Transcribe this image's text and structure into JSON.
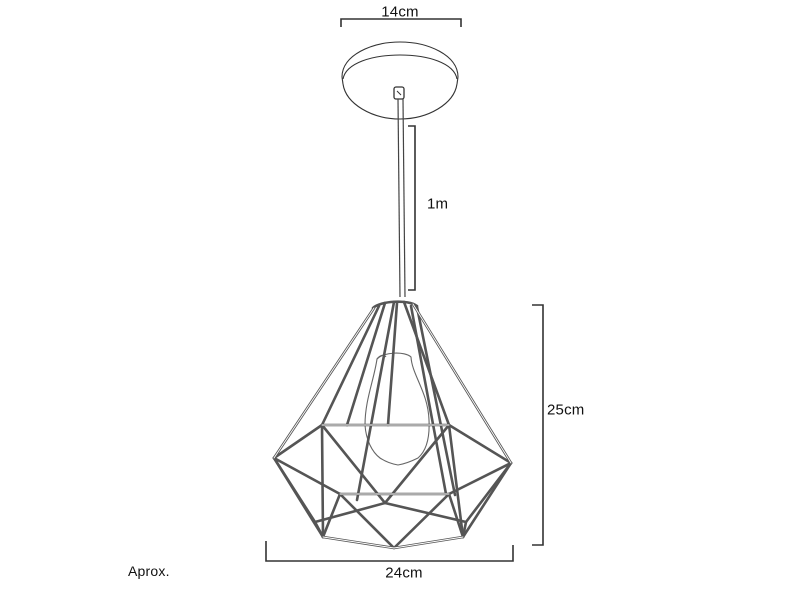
{
  "diagram": {
    "title": "Pendant lamp dimension drawing",
    "subject": "Geometric diamond wire-cage pendant light with ceiling canopy and cord",
    "dimensions": {
      "canopy_width": {
        "label": "14cm",
        "orientation": "horizontal"
      },
      "cord_length": {
        "label": "1m",
        "orientation": "vertical"
      },
      "shade_height": {
        "label": "25cm",
        "orientation": "vertical"
      },
      "shade_width": {
        "label": "24cm",
        "orientation": "horizontal"
      }
    },
    "note": "Aprox.",
    "colors": {
      "background": "#ffffff",
      "line": "#333333",
      "wire": "#555555",
      "text": "#111111"
    },
    "parts": [
      {
        "name": "ceiling canopy",
        "shape": "round disc"
      },
      {
        "name": "suspension cord",
        "shape": "vertical line"
      },
      {
        "name": "wire cage shade",
        "shape": "diamond / faceted polyhedron"
      },
      {
        "name": "bulb",
        "shape": "teardrop Edison bulb"
      }
    ]
  }
}
